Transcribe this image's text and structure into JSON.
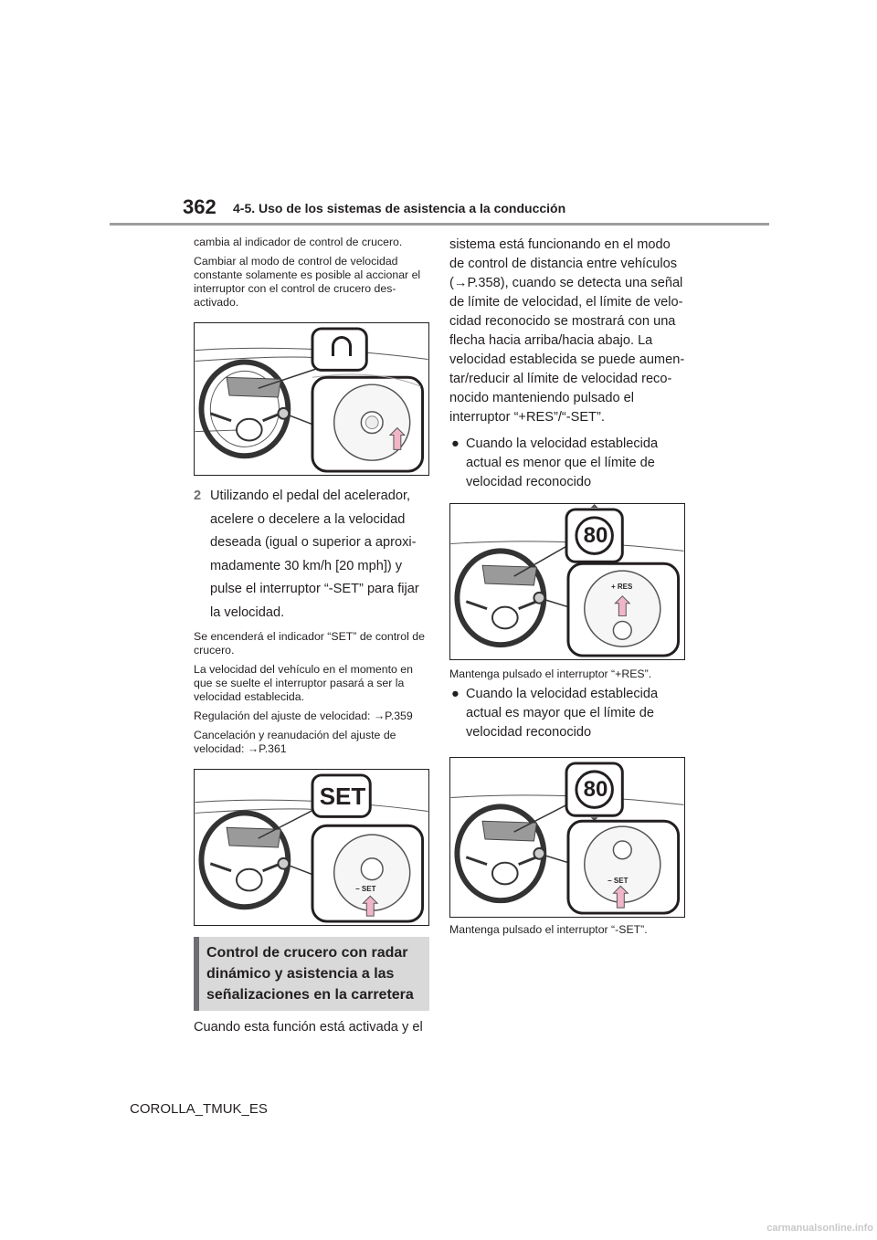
{
  "header": {
    "page_number": "362",
    "section_title": "4-5. Uso de los sistemas de asistencia a la conducción"
  },
  "left_column": {
    "p1": "cambia al indicador de control de crucero.",
    "p2": "Cambiar al modo de control de velocidad constante solamente es posible al accionar el interruptor con el control de crucero des-activado.",
    "step2_number": "2",
    "step2_text": "Utilizando el pedal del acelerador, acelere o decelere a la velocidad deseada (igual o superior a aproxi-madamente 30 km/h [20 mph]) y pulse el interruptor “-SET” para fijar la velocidad.",
    "p3": "Se encenderá el indicador “SET” de control de crucero.",
    "p4": "La velocidad del vehículo en el momento en que se suelte el interruptor pasará a ser la velocidad establecida.",
    "p5": "Regulación del ajuste de velocidad: →P.359",
    "p6": "Cancelación y reanudación del ajuste de velocidad: →P.361",
    "figure2_badge": "SET",
    "figure2_button_label": "− SET",
    "section_heading": "Control de crucero con radar dinámico y asistencia a las señalizaciones en la carretera",
    "p7": "Cuando esta función está activada y el"
  },
  "right_column": {
    "p1": "sistema está funcionando en el modo de control de distancia entre vehículos (→P.358), cuando se detecta una señal de límite de velocidad, el límite de velo-cidad reconocido se mostrará con una flecha hacia arriba/hacia abajo. La velocidad establecida se puede aumen-tar/reducir al límite de velocidad reco-nocido manteniendo pulsado el interruptor “+RES”/“-SET”.",
    "bullet1": "Cuando la velocidad establecida actual es menor que el límite de velocidad reconocido",
    "figure3_speed": "80",
    "figure3_button_label": "+ RES",
    "caption1": "Mantenga pulsado el interruptor “+RES”.",
    "bullet2": "Cuando la velocidad establecida actual es mayor que el límite de velocidad reconocido",
    "figure4_speed": "80",
    "figure4_button_label": "− SET",
    "caption2": "Mantenga pulsado el interruptor “-SET”."
  },
  "footer": {
    "model_code": "COROLLA_TMUK_ES",
    "watermark": "carmanualsonline.info"
  },
  "icons": {
    "bullet": "●",
    "cruise_icon": "speedometer-cruise-icon"
  }
}
